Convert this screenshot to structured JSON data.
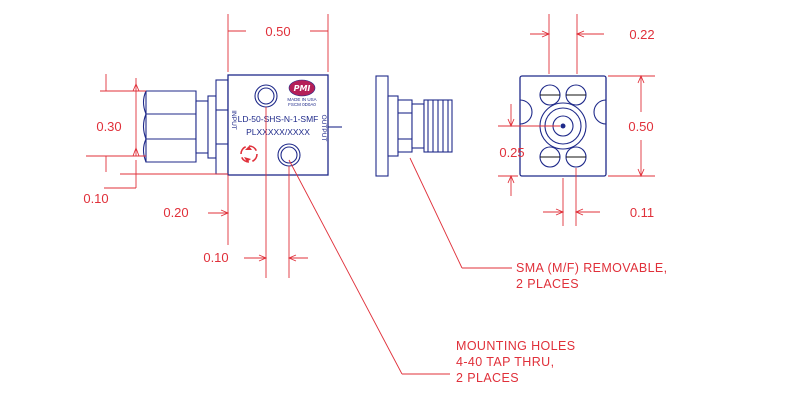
{
  "dimensions": {
    "top_width": "0.50",
    "right_top": "0.22",
    "left_height": "0.30",
    "right_height": "0.50",
    "right_center": "0.25",
    "left_bottom": "0.10",
    "connector_length": "0.20",
    "right_bottom": "0.11",
    "hole_offset": "0.10"
  },
  "labels": {
    "part_number": "LD-50-SHS-N-1-SMF",
    "part_code": "PLXXXXX/XXXX",
    "input": "INPUT",
    "output": "OUTPUT",
    "logo": "PMI",
    "made_in": "MADE IN USA",
    "fscm": "FSCM 0D0A0"
  },
  "notes": {
    "sma_line1": "SMA (M/F) REMOVABLE,",
    "sma_line2": "2 PLACES",
    "mount_line1": "MOUNTING HOLES",
    "mount_line2": "4-40 TAP THRU,",
    "mount_line3": "2 PLACES"
  }
}
